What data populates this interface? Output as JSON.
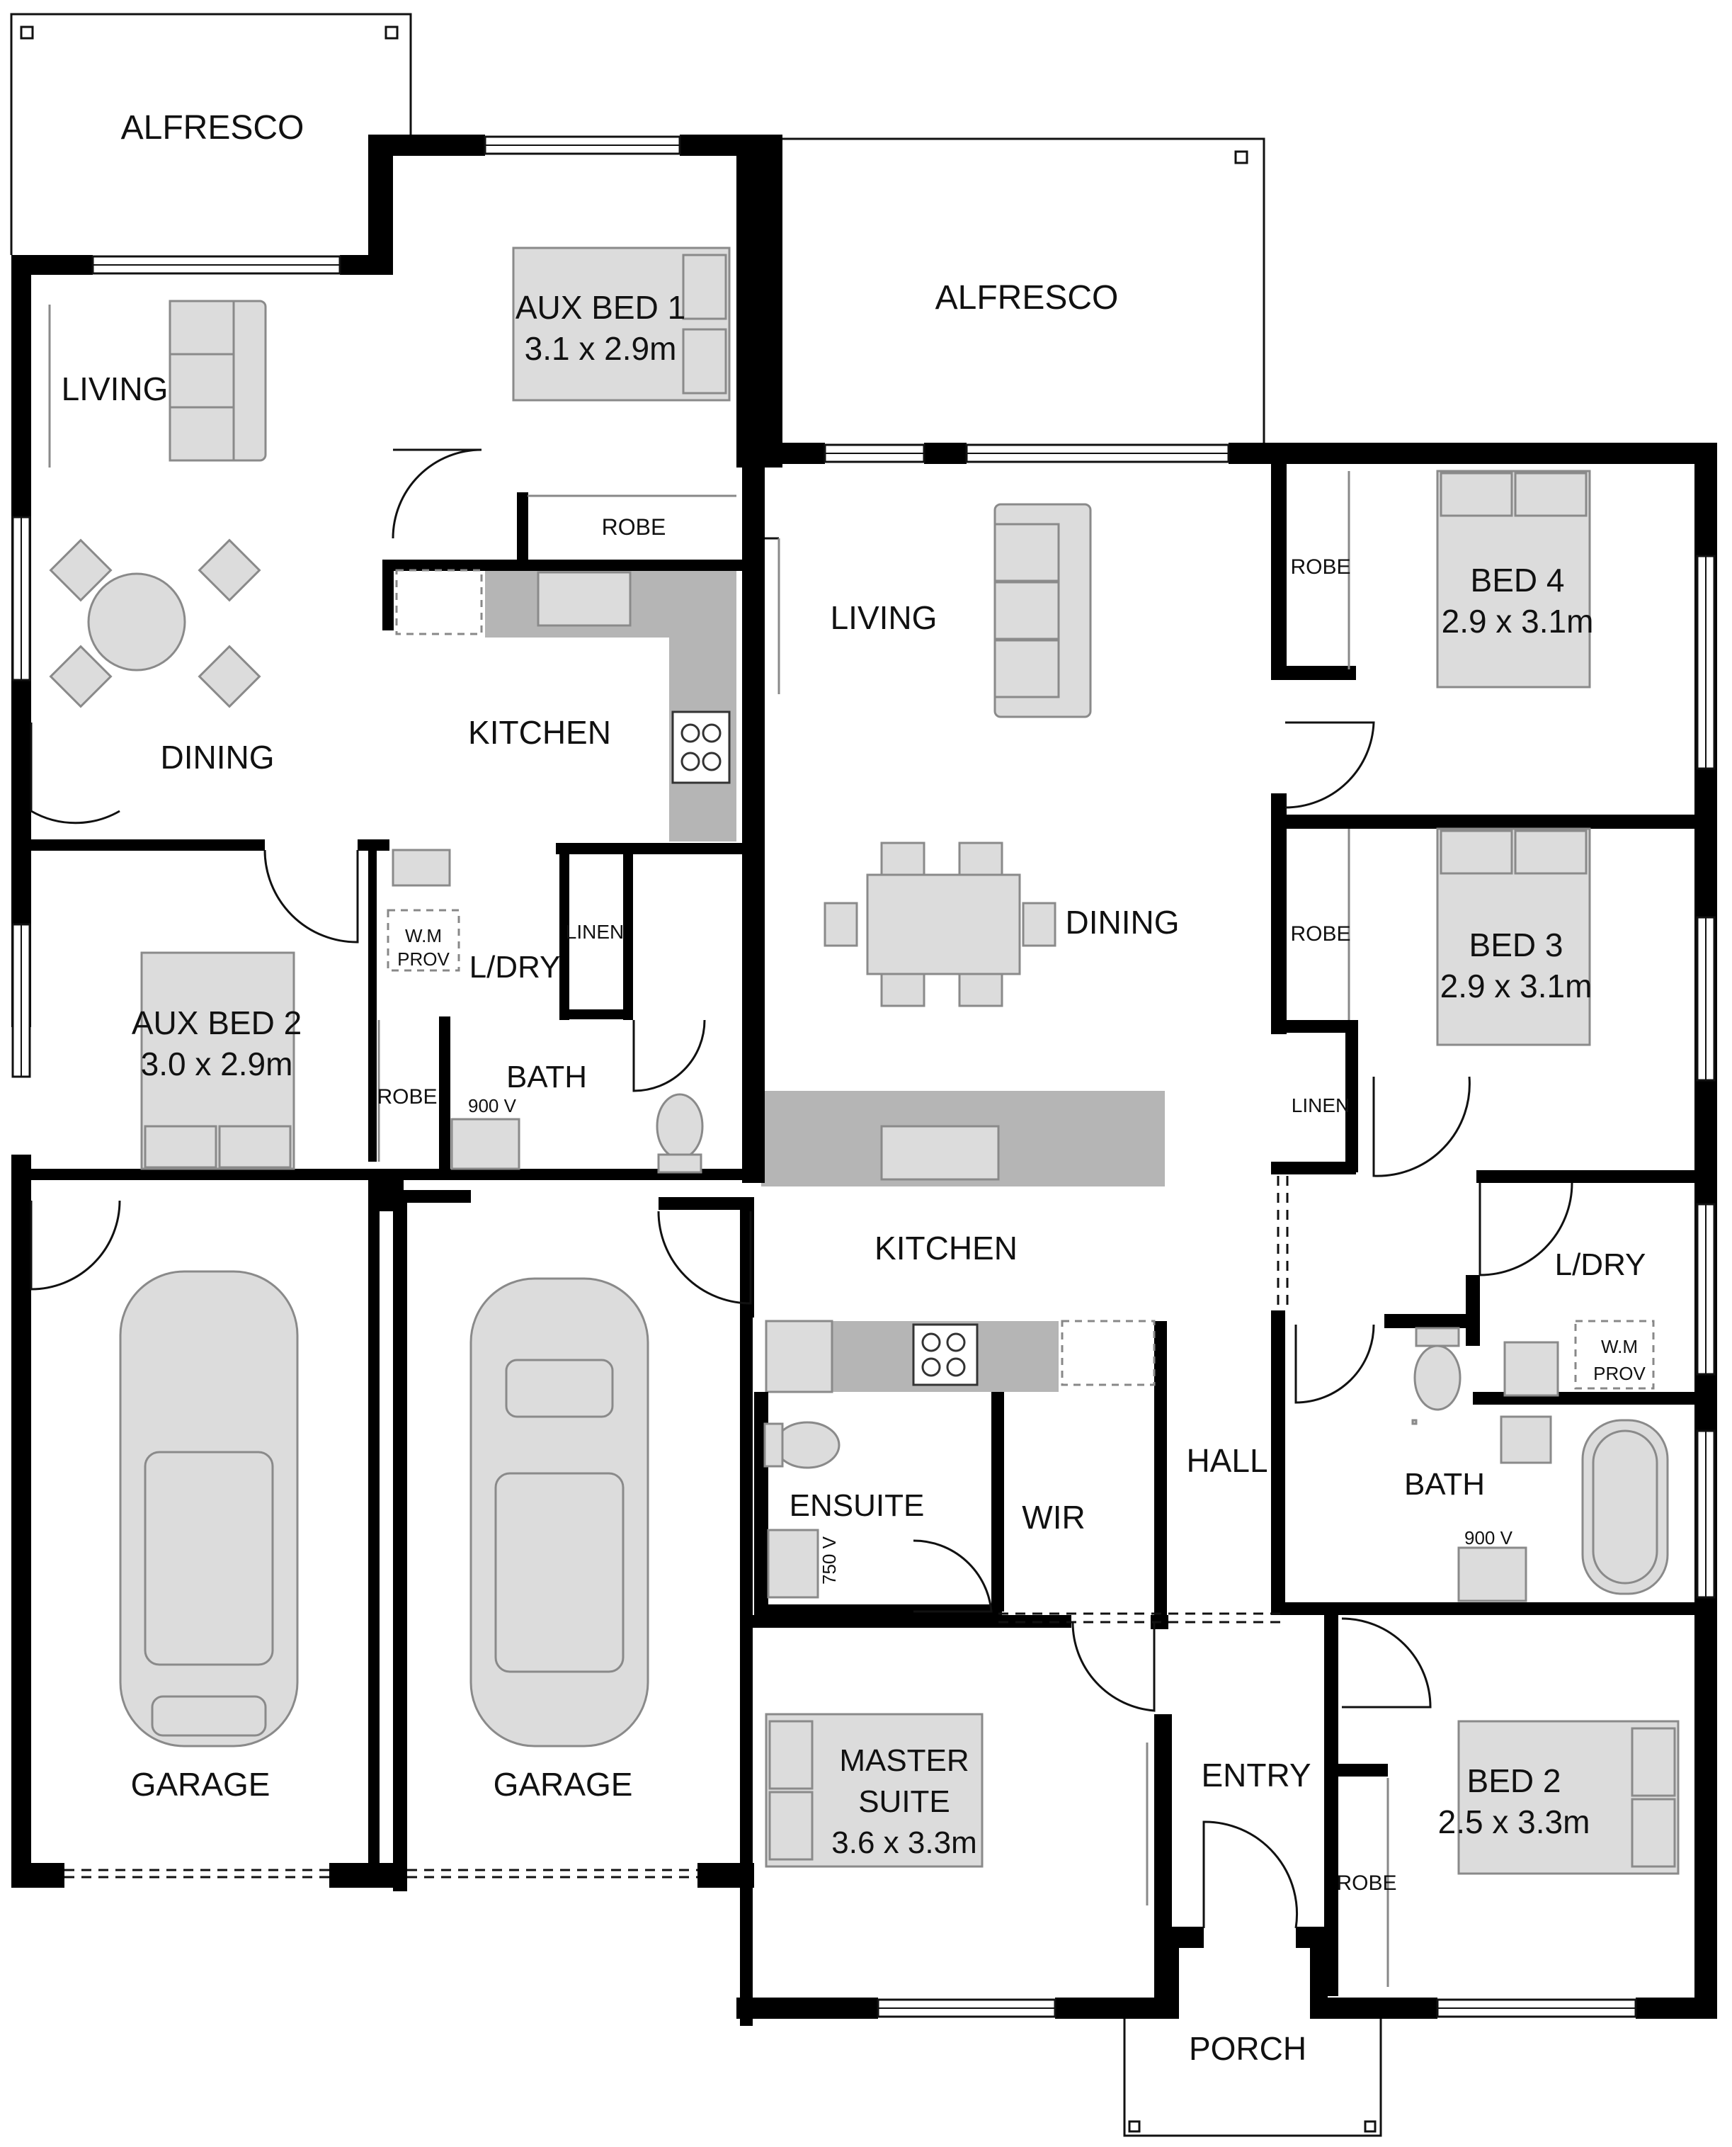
{
  "labels": {
    "alfresco_left": "ALFRESCO",
    "alfresco_right": "ALFRESCO",
    "aux_bed1": "AUX BED 1",
    "aux_bed1_size": "3.1 x 2.9m",
    "living_left": "LIVING",
    "robe_aux1": "ROBE",
    "dining_left": "DINING",
    "kitchen_left": "KITCHEN",
    "wm_prov_left_1": "W.M",
    "wm_prov_left_2": "PROV",
    "ldry_left": "L/DRY",
    "linen_left": "LINEN",
    "aux_bed2": "AUX BED 2",
    "aux_bed2_size": "3.0 x 2.9m",
    "robe_aux2": "ROBE",
    "bath_left": "BATH",
    "vanity_left": "900 V",
    "garage_1": "GARAGE",
    "garage_2": "GARAGE",
    "living_main": "LIVING",
    "dining_main": "DINING",
    "kitchen_main": "KITCHEN",
    "robe_bed4": "ROBE",
    "bed4": "BED 4",
    "bed4_size": "2.9 x 3.1m",
    "robe_bed3": "ROBE",
    "bed3": "BED 3",
    "bed3_size": "2.9 x 3.1m",
    "linen_right": "LINEN",
    "ldry_right": "L/DRY",
    "wm_prov_right_1": "W.M",
    "wm_prov_right_2": "PROV",
    "bath_right": "BATH",
    "vanity_right": "900 V",
    "hall": "HALL",
    "ensuite": "ENSUITE",
    "vanity_ensuite": "750 V",
    "wir": "WIR",
    "master_1": "MASTER",
    "master_2": "SUITE",
    "master_size": "3.6 x 3.3m",
    "entry": "ENTRY",
    "bed2": "BED 2",
    "bed2_size": "2.5 x 3.3m",
    "robe_bed2": "ROBE",
    "porch": "PORCH"
  },
  "colors": {
    "wall": "#000000",
    "fixture_fill": "#dcdcdc",
    "fixture_stroke": "#8a8a8a",
    "bench": "#b5b5b5"
  }
}
